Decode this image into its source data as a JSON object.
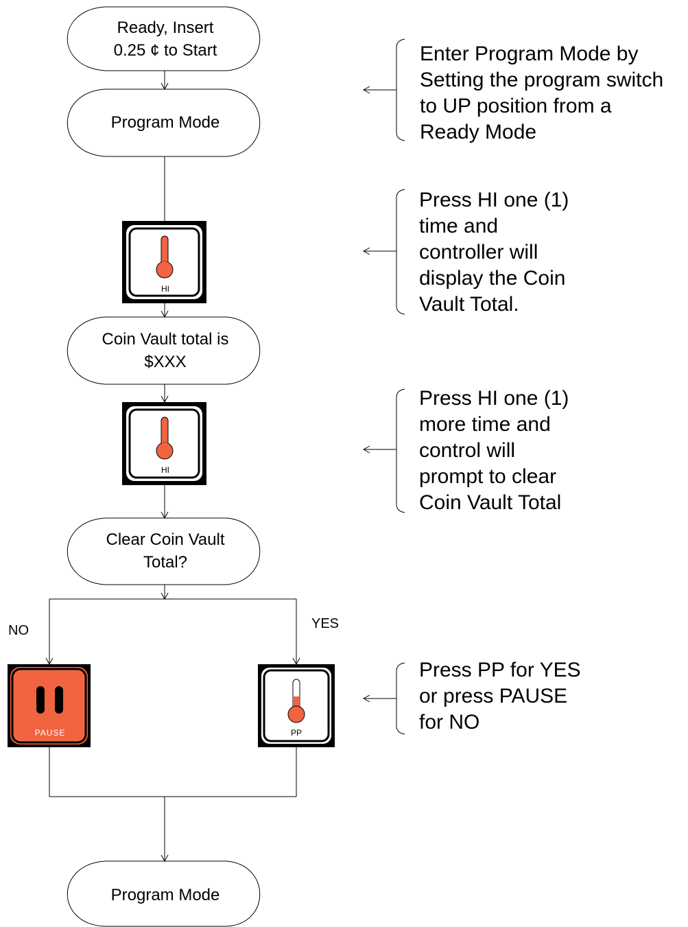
{
  "nodes": {
    "start": {
      "line1": "Ready, Insert",
      "line2": "0.25 ¢ to Start"
    },
    "program_mode_1": {
      "line1": "Program Mode"
    },
    "coin_vault_total": {
      "line1": "Coin Vault total is",
      "line2": "$XXX"
    },
    "clear_prompt": {
      "line1": "Clear Coin Vault",
      "line2": "Total?"
    },
    "program_mode_2": {
      "line1": "Program Mode"
    }
  },
  "buttons": {
    "hi_1": {
      "label": "HI",
      "icon": "thermometer-icon",
      "fill_level": "full"
    },
    "hi_2": {
      "label": "HI",
      "icon": "thermometer-icon",
      "fill_level": "full"
    },
    "pause": {
      "label": "PAUSE",
      "icon": "pause-icon"
    },
    "pp": {
      "label": "PP",
      "icon": "thermometer-icon",
      "fill_level": "partial"
    }
  },
  "branches": {
    "no": "NO",
    "yes": "YES"
  },
  "notes": [
    {
      "lines": [
        "Enter Program Mode by",
        "Setting the program switch",
        "to UP position from a",
        "Ready Mode"
      ]
    },
    {
      "lines": [
        "Press HI one (1)",
        "time and",
        "controller will",
        "display the Coin",
        "Vault Total."
      ]
    },
    {
      "lines": [
        "Press HI one (1)",
        "more time and",
        "control will",
        "prompt to clear",
        "Coin Vault Total"
      ]
    },
    {
      "lines": [
        "Press PP for YES",
        "or press PAUSE",
        "for NO"
      ]
    }
  ],
  "colors": {
    "accent": "#f26440",
    "button_border": "#000000",
    "button_frame": "#ffffff",
    "line": "#000000"
  }
}
